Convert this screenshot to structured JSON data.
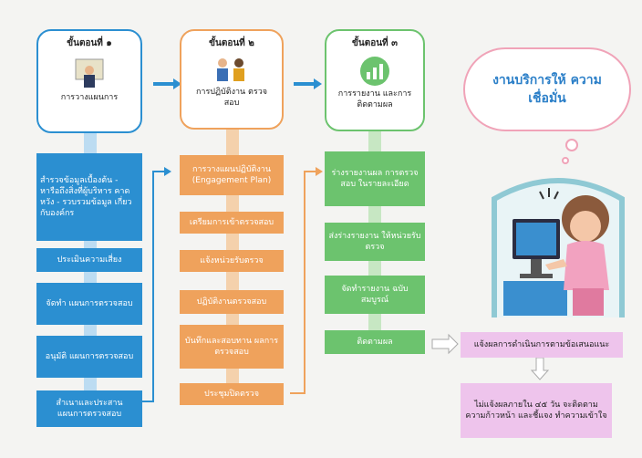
{
  "stages": [
    {
      "title": "ขั้นตอนที่ ๑",
      "label": "การวางแผนการ",
      "color": "#2b8fd1",
      "icon": "presenter-icon"
    },
    {
      "title": "ขั้นตอนที่ ๒",
      "label": "การปฏิบัติงาน ตรวจสอบ",
      "color": "#efa25c",
      "icon": "team-icon"
    },
    {
      "title": "ขั้นตอนที่ ๓",
      "label": "การรายงาน และการติดตามผล",
      "color": "#6cc36e",
      "icon": "report-chart-icon"
    }
  ],
  "column1": [
    "สำรวจข้อมูลเบื้องต้น - หารือถึงสิ่งที่ผู้บริหาร คาดหวัง - รวบรวมข้อมูล เกี่ยวกับองค์กร",
    "ประเมินความเสี่ยง",
    "จัดทำ แผนการตรวจสอบ",
    "อนุมัติ แผนการตรวจสอบ",
    "สำเนาและประสาน แผนการตรวจสอบ"
  ],
  "column2": [
    "การวางแผนปฏิบัติงาน (Engagement Plan)",
    "เตรียมการเข้าตรวจสอบ",
    "แจ้งหน่วยรับตรวจ",
    "ปฏิบัติงานตรวจสอบ",
    "บันทึกและสอบทาน ผลการตรวจสอบ",
    "ประชุมปิดตรวจ"
  ],
  "column3": [
    "ร่างรายงานผล การตรวจสอบ ในรายละเอียด",
    "ส่งร่างรายงาน ให้หน่วยรับตรวจ",
    "จัดทำรายงาน ฉบับสมบูรณ์",
    "ติดตามผล"
  ],
  "followup": {
    "notify": "แจ้งผลการดำเนินการตามข้อเสนอแนะ",
    "escalate": "ไม่แจ้งผลภายใน ๔๕ วัน จะติดตาม ความก้าวหน้า และชี้แจง ทำความเข้าใจ"
  },
  "bubble": "งานบริการให้ ความเชื่อมั่น",
  "colors": {
    "blue": "#2b8fd1",
    "orange": "#efa25c",
    "green": "#6cc36e",
    "pink": "#eec4ec",
    "bubble_text": "#2b7fc8"
  }
}
